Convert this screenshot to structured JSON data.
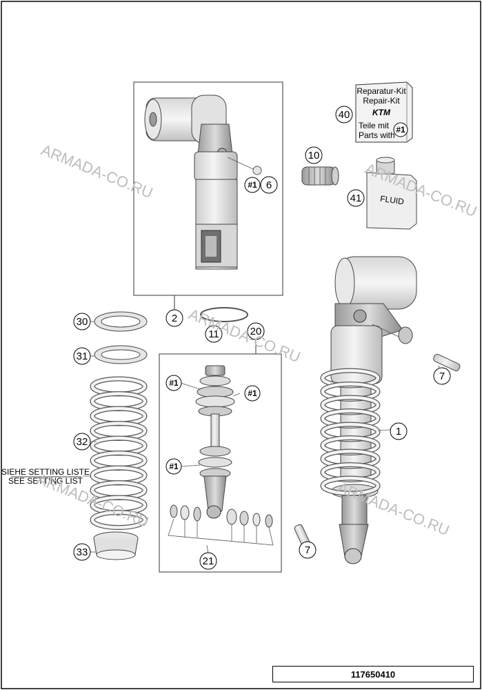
{
  "callouts": [
    {
      "num": "1"
    },
    {
      "num": "2"
    },
    {
      "num": "6"
    },
    {
      "num": "7"
    },
    {
      "num": "7"
    },
    {
      "num": "10"
    },
    {
      "num": "11"
    },
    {
      "num": "20"
    },
    {
      "num": "21"
    },
    {
      "num": "30"
    },
    {
      "num": "31"
    },
    {
      "num": "32"
    },
    {
      "num": "33"
    },
    {
      "num": "40"
    },
    {
      "num": "41"
    }
  ],
  "sub_refs": [
    "#1",
    "#1",
    "#1",
    "#1",
    "#1"
  ],
  "repair_kit": {
    "line1": "Reparatur-Kit",
    "line2": "Repair-Kit",
    "brand": "KTM",
    "line3": "Teile mit",
    "line4": "Parts with",
    "ref": "#1"
  },
  "fluid_label": "FLUID",
  "setting_list": {
    "de": "SIEHE SETTING LISTE",
    "en": "SEE SETTING LIST"
  },
  "watermark": "ARMADA-CO.RU",
  "document_id": "117650410"
}
